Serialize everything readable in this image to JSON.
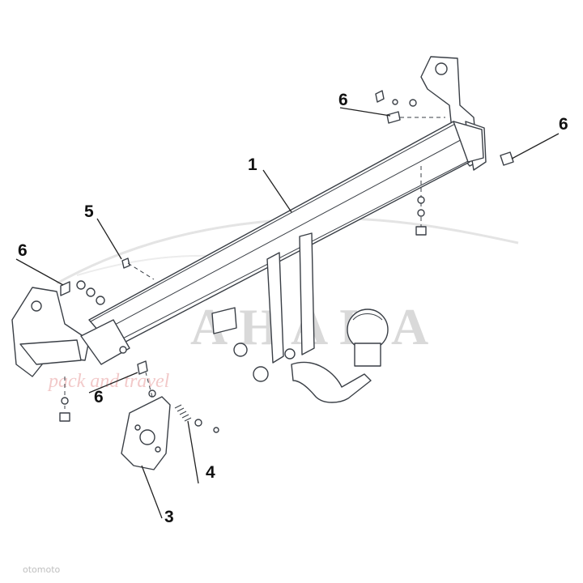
{
  "diagram": {
    "callouts": [
      {
        "id": "1",
        "label": "1"
      },
      {
        "id": "3",
        "label": "3"
      },
      {
        "id": "4",
        "label": "4"
      },
      {
        "id": "5",
        "label": "5"
      },
      {
        "id": "6a",
        "label": "6"
      },
      {
        "id": "6b",
        "label": "6"
      },
      {
        "id": "6c",
        "label": "6"
      },
      {
        "id": "6d",
        "label": "6"
      }
    ]
  },
  "watermark": {
    "brand": "AHAKA",
    "tagline": "pack and travel",
    "corner": "otomoto"
  },
  "colors": {
    "line": "#3a3f46",
    "watermark_gray": "#d9d9d9",
    "watermark_red": "#f2c9c9"
  }
}
